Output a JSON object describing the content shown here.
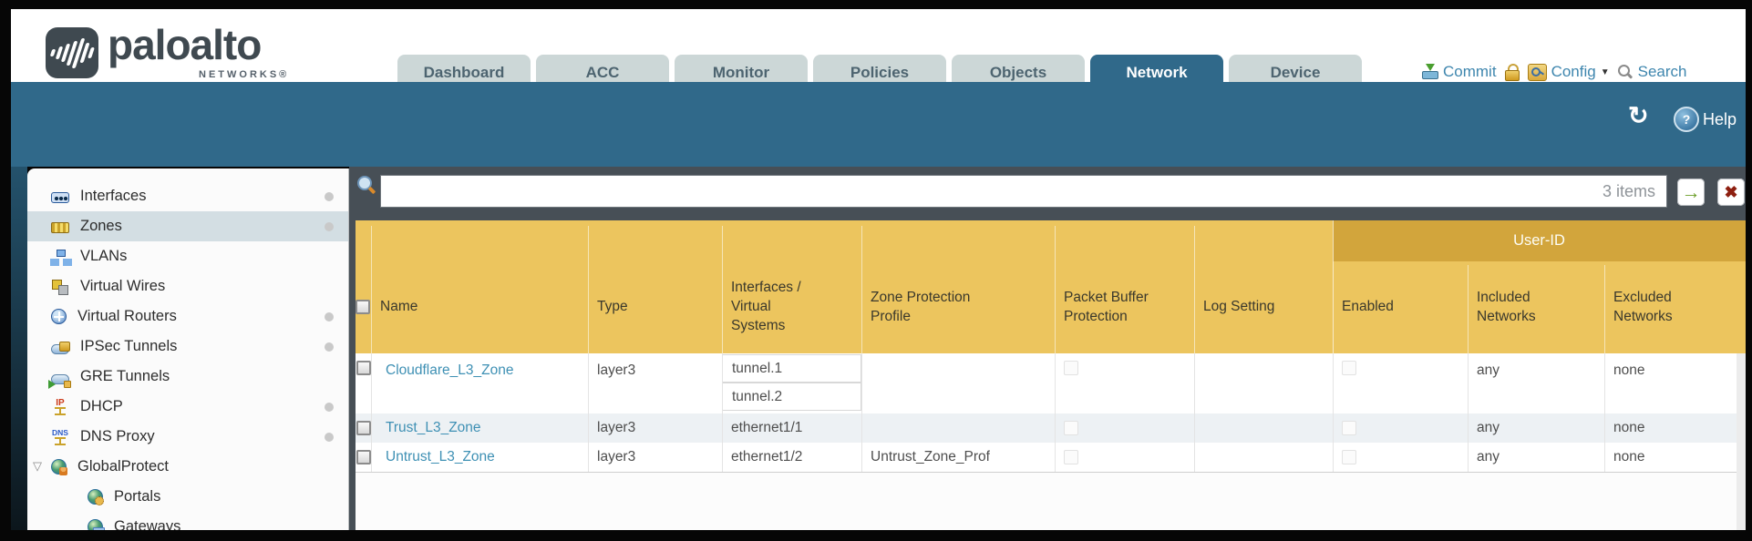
{
  "app": {
    "brand": "paloalto",
    "brand_sub": "NETWORKS®"
  },
  "tabs": [
    {
      "label": "Dashboard",
      "active": false
    },
    {
      "label": "ACC",
      "active": false
    },
    {
      "label": "Monitor",
      "active": false
    },
    {
      "label": "Policies",
      "active": false
    },
    {
      "label": "Objects",
      "active": false
    },
    {
      "label": "Network",
      "active": true
    },
    {
      "label": "Device",
      "active": false
    }
  ],
  "toolbar": {
    "commit": "Commit",
    "config": "Config",
    "search": "Search",
    "help": "Help"
  },
  "icons": {
    "refresh": "↻",
    "help_q": "?",
    "go_arrow": "→",
    "clear_x": "✖",
    "config_caret": "▼",
    "expander": "▽",
    "dhcp_label": "IP",
    "dns_label": "DNS"
  },
  "sidebar": {
    "items": [
      {
        "label": "Interfaces"
      },
      {
        "label": "Zones",
        "selected": true
      },
      {
        "label": "VLANs"
      },
      {
        "label": "Virtual Wires"
      },
      {
        "label": "Virtual Routers"
      },
      {
        "label": "IPSec Tunnels"
      },
      {
        "label": "GRE Tunnels"
      },
      {
        "label": "DHCP"
      },
      {
        "label": "DNS Proxy"
      },
      {
        "label": "GlobalProtect"
      },
      {
        "label": "Portals"
      },
      {
        "label": "Gateways"
      }
    ]
  },
  "filter": {
    "value": "",
    "count": "3 items"
  },
  "table": {
    "group_header": "User-ID",
    "columns": {
      "name": "Name",
      "type": "Type",
      "interfaces": "Interfaces / Virtual Systems",
      "zpp": "Zone Protection Profile",
      "pbp": "Packet Buffer Protection",
      "log": "Log Setting",
      "enabled": "Enabled",
      "included": "Included Networks",
      "excluded": "Excluded Networks"
    },
    "rows": [
      {
        "name": "Cloudflare_L3_Zone",
        "type": "layer3",
        "interfaces": [
          "tunnel.1",
          "tunnel.2"
        ],
        "zpp": "",
        "log": "",
        "included": "any",
        "excluded": "none"
      },
      {
        "name": "Trust_L3_Zone",
        "type": "layer3",
        "interfaces": [
          "ethernet1/1"
        ],
        "zpp": "",
        "log": "",
        "included": "any",
        "excluded": "none"
      },
      {
        "name": "Untrust_L3_Zone",
        "type": "layer3",
        "interfaces": [
          "ethernet1/2"
        ],
        "zpp": "Untrust_Zone_Prof",
        "log": "",
        "included": "any",
        "excluded": "none"
      }
    ]
  },
  "colors": {
    "teal": "#30698a",
    "header_orange": "#ecc55e",
    "group_orange": "#d2a53c",
    "link_blue": "#3e90b4",
    "content_bg": "#474f56"
  }
}
